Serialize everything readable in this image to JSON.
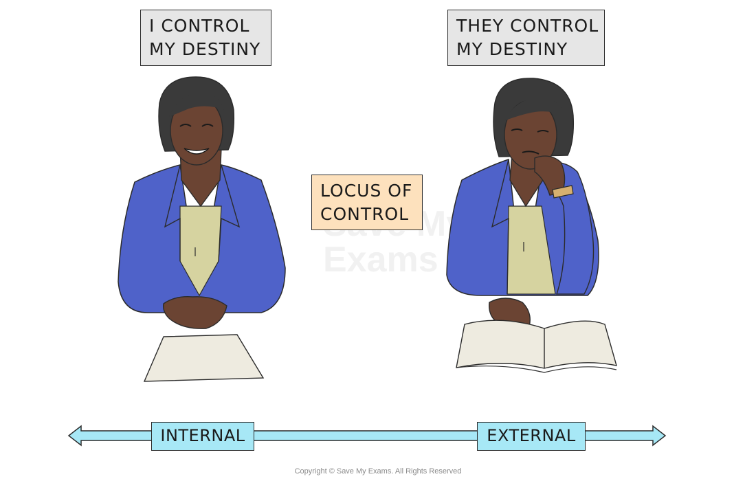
{
  "figure": {
    "left_speech": [
      "I CONTROL",
      "MY DESTINY"
    ],
    "right_speech": [
      "THEY CONTROL",
      "MY DESTINY"
    ],
    "center_label": [
      "LOCUS OF",
      "CONTROL"
    ],
    "scale": {
      "left_label": "INTERNAL",
      "right_label": "EXTERNAL"
    },
    "watermark": [
      "Save My",
      "Exams"
    ],
    "copyright": "Copyright © Save My Exams. All Rights Reserved"
  },
  "colors": {
    "jacket": "#4f62c9",
    "skin": "#6b4433",
    "hair": "#3a3a3a",
    "top": "#d6d3a0",
    "paper": "#eeebe0",
    "arrow": "#a7e8f6",
    "speech_bg": "#e6e6e6",
    "label_bg": "#fde1bd"
  }
}
